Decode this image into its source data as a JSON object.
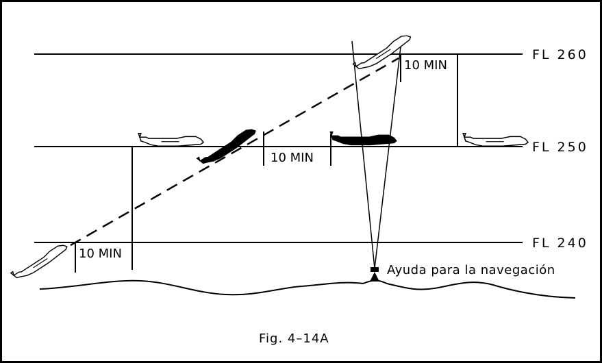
{
  "flight_levels": {
    "fl260": "FL 260",
    "fl250": "FL 250",
    "fl240": "FL 240"
  },
  "intervals": {
    "left": "10 MIN",
    "middle": "10 MIN",
    "right": "10 MIN"
  },
  "nav_aid_label": "Ayuda para la navegación",
  "caption": "Fig. 4–14A",
  "colors": {
    "ink": "#000000",
    "background": "#ffffff"
  }
}
